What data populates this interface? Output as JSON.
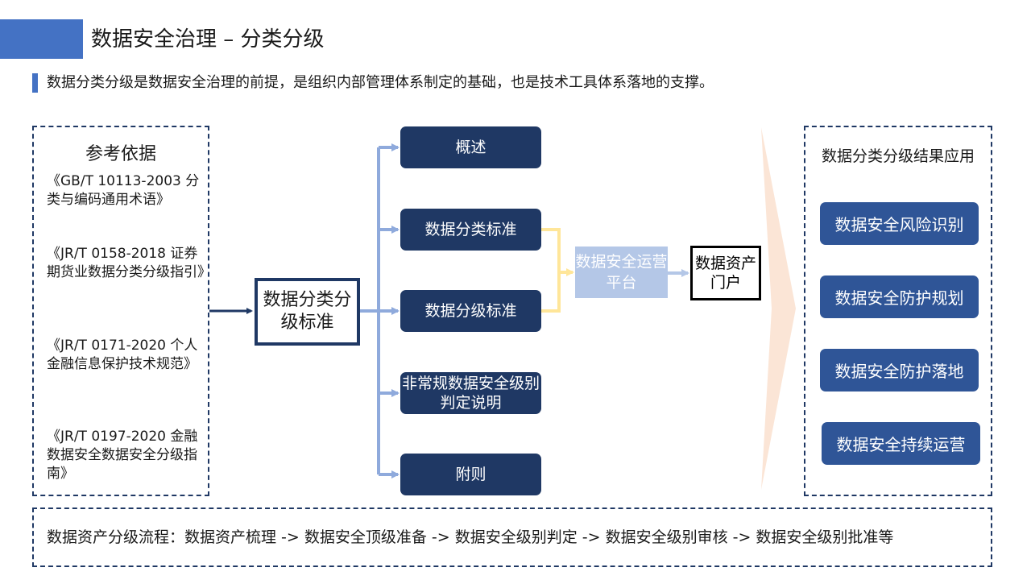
{
  "header": {
    "title": "数据安全治理 – 分类分级",
    "subtitle": "数据分类分级是数据安全治理的前提，是组织内部管理体系制定的基础，也是技术工具体系落地的支撑。"
  },
  "references": {
    "title": "参考依据",
    "items": [
      "《GB/T 10113-2003 分类与编码通用术语》",
      "《JR/T 0158-2018 证券期货业数据分类分级指引》",
      "《JR/T 0171-2020 个人金融信息保护技术规范》",
      "《JR/T 0197-2020 金融数据安全数据安全分级指南》"
    ]
  },
  "standard": {
    "label": "数据分类分级标准"
  },
  "items": [
    "概述",
    "数据分类标准",
    "数据分级标准",
    "非常规数据安全级别判定说明",
    "附则"
  ],
  "platform": {
    "label": "数据安全运营平台"
  },
  "portal": {
    "label": "数据资产门户"
  },
  "application": {
    "title": "数据分类分级结果应用",
    "items": [
      "数据安全风险识别",
      "数据安全防护规划",
      "数据安全防护落地",
      "数据安全持续运营"
    ]
  },
  "flow": {
    "text": "数据资产分级流程：数据资产梳理 -> 数据安全顶级准备 -> 数据安全级别判定 -> 数据安全级别审核 -> 数据安全级别批准等"
  },
  "colors": {
    "accent": "#4472c4",
    "navy": "#1f3864",
    "app_blue": "#2f5597",
    "connector_blue": "#8faadc",
    "connector_yellow": "#ffe699",
    "platform_fill": "#b4c7e7",
    "chevron": "#fbe5d6"
  }
}
